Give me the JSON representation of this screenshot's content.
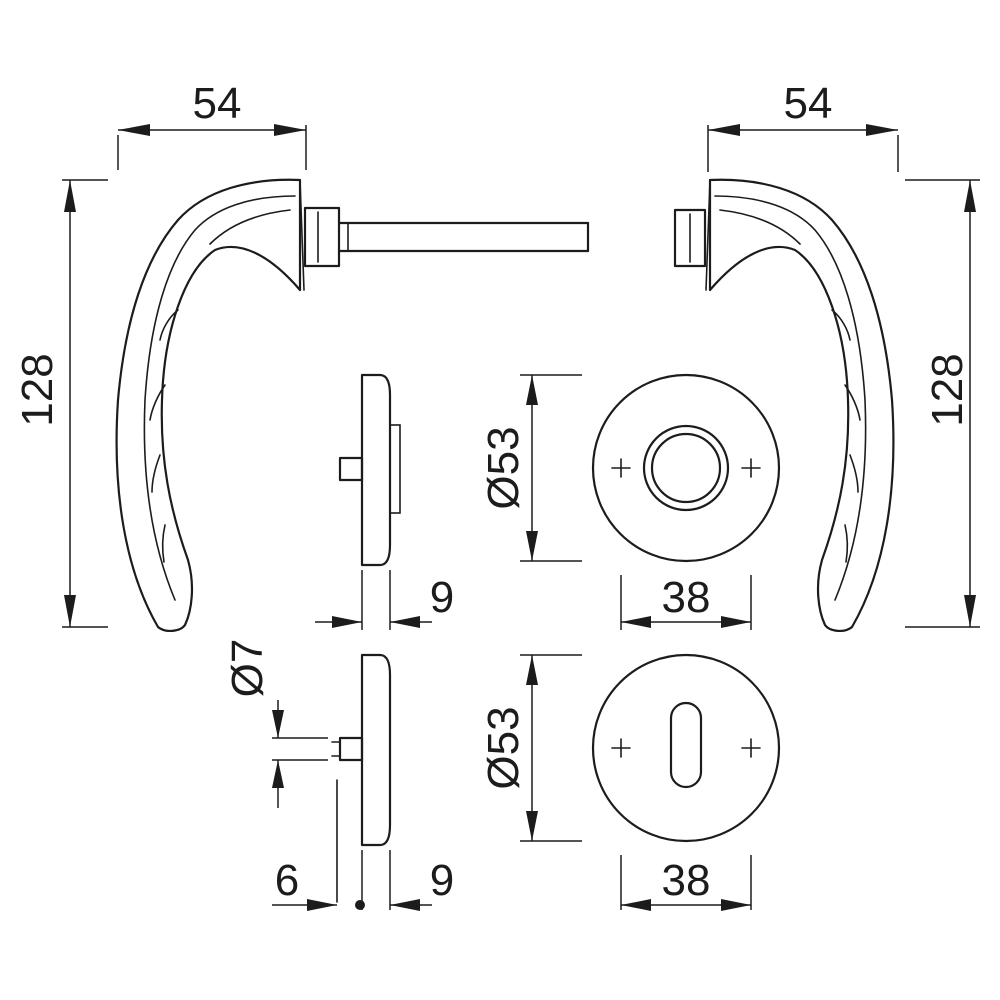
{
  "dimensions": {
    "left_handle_width": "54",
    "right_handle_width": "54",
    "left_handle_height": "128",
    "right_handle_height": "128",
    "top_rose_diameter": "Ø53",
    "bottom_rose_diameter": "Ø53",
    "top_rose_width": "38",
    "bottom_rose_width": "38",
    "top_side_thickness": "9",
    "bottom_side_thickness": "9",
    "spindle_diameter": "Ø7",
    "spindle_projection": "6"
  },
  "colors": {
    "line": "#1c1c1c",
    "background": "#ffffff"
  }
}
